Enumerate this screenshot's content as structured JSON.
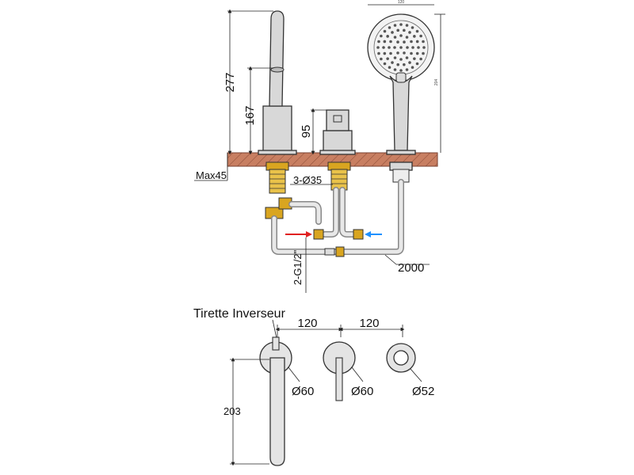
{
  "side_view": {
    "dim_total_height": "277",
    "dim_spout_height": "167",
    "dim_handle_height": "95",
    "dim_shower_width": "120",
    "dim_shower_height": "204",
    "dim_deck_max": "Max45",
    "dim_hole_dia": "3-Ø35",
    "dim_hose_length": "2000",
    "dim_thread": "2-G1/2\""
  },
  "top_view": {
    "label_diverter": "Tirette Inverseur",
    "dim_spacing_1": "120",
    "dim_spacing_2": "120",
    "dim_spout_reach": "203",
    "dia_spout": "Ø60",
    "dia_mixer": "Ø60",
    "dia_handshower": "Ø52"
  },
  "colors": {
    "deck": "#c87f62",
    "brass": "#d9a520",
    "hot_arrow": "#e02020",
    "cold_arrow": "#1e90ff",
    "hose": "#888888"
  }
}
